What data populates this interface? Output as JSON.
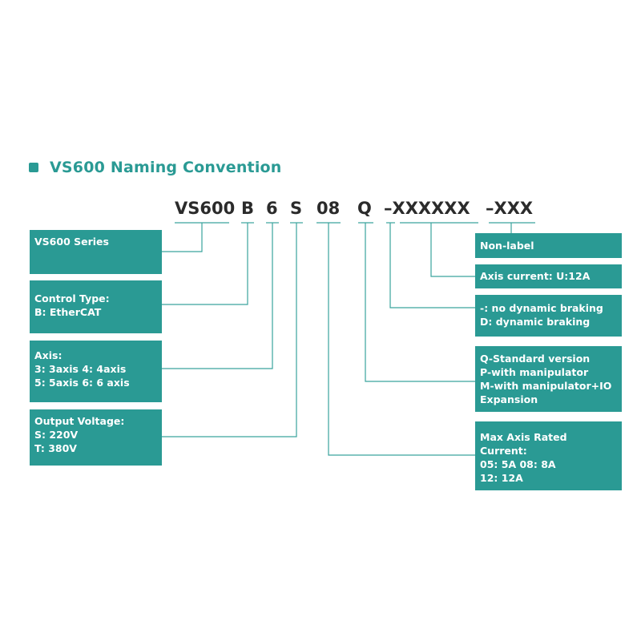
{
  "title": "VS600 Naming Convention",
  "code_segments": [
    "VS600",
    "B",
    "6",
    "S",
    "08",
    "Q",
    "–XXXXXX",
    "–XXX"
  ],
  "left_boxes": [
    {
      "lines": [
        "VS600 Series"
      ]
    },
    {
      "lines": [
        "Control Type:",
        "B: EtherCAT"
      ]
    },
    {
      "lines": [
        "Axis:",
        "3: 3axis   4: 4axis",
        "5: 5axis   6: 6 axis"
      ]
    },
    {
      "lines": [
        "Output Voltage:",
        "S:  220V",
        "T:  380V"
      ]
    }
  ],
  "right_boxes": [
    {
      "lines": [
        "Non-label"
      ]
    },
    {
      "lines": [
        "Axis current:  U:12A"
      ]
    },
    {
      "lines": [
        "-:  no dynamic braking",
        "D: dynamic braking"
      ]
    },
    {
      "lines": [
        "Q-Standard version",
        "P-with manipulator",
        "M-with manipulator+IO",
        "Expansion"
      ]
    },
    {
      "lines": [
        "Max Axis Rated",
        "Current:",
        "05: 5A   08: 8A",
        "12: 12A"
      ]
    }
  ],
  "colors": {
    "accent": "#2a9a94",
    "text": "#2b2b2b",
    "line": "#3aa39d"
  }
}
